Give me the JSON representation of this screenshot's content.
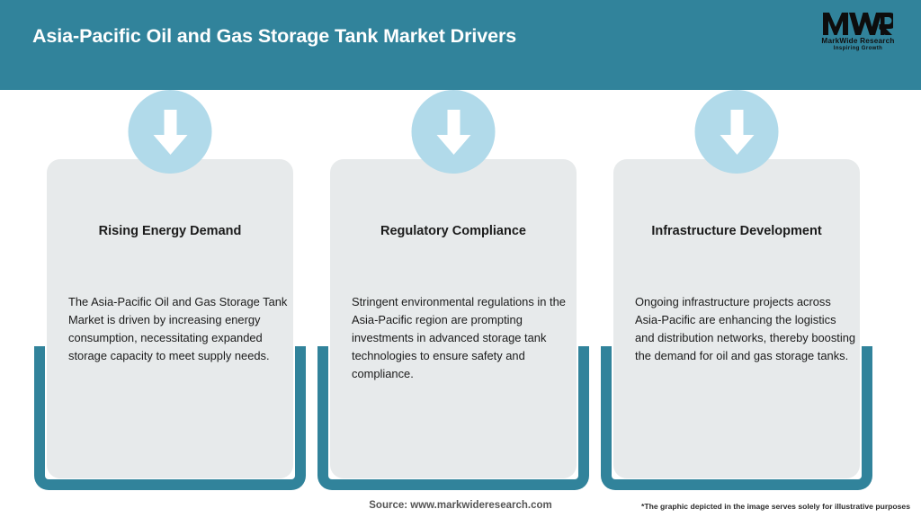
{
  "header": {
    "title": "Asia-Pacific Oil and Gas Storage Tank Market Drivers",
    "bg_color": "#31839B",
    "title_color": "#FFFFFF"
  },
  "logo": {
    "mark": "MWR",
    "name": "MarkWide Research",
    "tagline": "Inspiring Growth"
  },
  "theme": {
    "accent": "#31839B",
    "icon_circle": "#B1DAEA",
    "panel_bg": "#E7EAEB",
    "page_bg": "#FFFFFF",
    "text": "#1B1B1B"
  },
  "cards": [
    {
      "icon": "arrow-down-icon",
      "title": "Rising Energy Demand",
      "body": "The Asia-Pacific Oil and Gas Storage Tank Market is driven by increasing energy consumption, necessitating expanded storage capacity to meet supply needs."
    },
    {
      "icon": "arrow-down-icon",
      "title": "Regulatory Compliance",
      "body": "Stringent environmental regulations in the Asia-Pacific region are prompting investments in advanced storage tank technologies to ensure safety and compliance."
    },
    {
      "icon": "arrow-down-icon",
      "title": "Infrastructure Development",
      "body": "Ongoing infrastructure projects across Asia-Pacific are enhancing the logistics and distribution networks, thereby boosting the demand for oil and gas storage tanks."
    }
  ],
  "footer": {
    "source": "Source: www.markwideresearch.com",
    "disclaimer": "*The graphic depicted in the image serves solely for illustrative purposes"
  }
}
